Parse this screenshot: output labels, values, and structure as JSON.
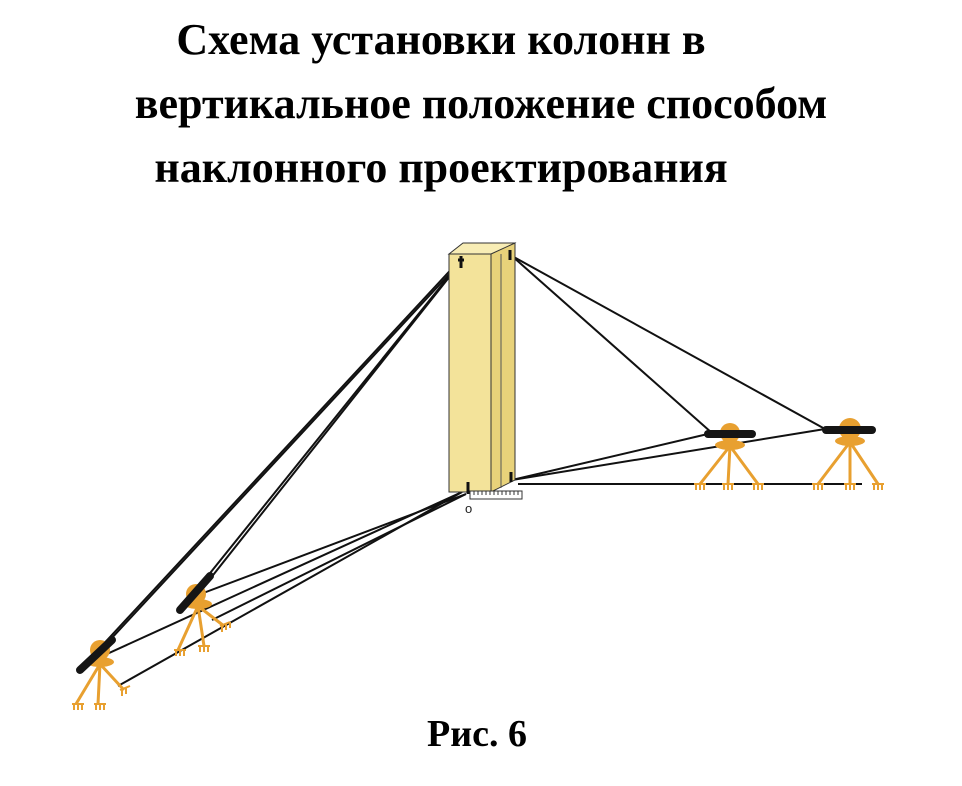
{
  "title": {
    "line1": "Схема установки колонн в",
    "line2": "вертикальное положение способом",
    "line3": "наклонного проектирования"
  },
  "diagram": {
    "origin_label": "o",
    "colors": {
      "column_face": "#F3E39A",
      "column_side": "#E8D27A",
      "tripod": "#E8A030",
      "telescope": "#151515",
      "sight_line": "#111111"
    }
  },
  "caption": "Рис. 6"
}
